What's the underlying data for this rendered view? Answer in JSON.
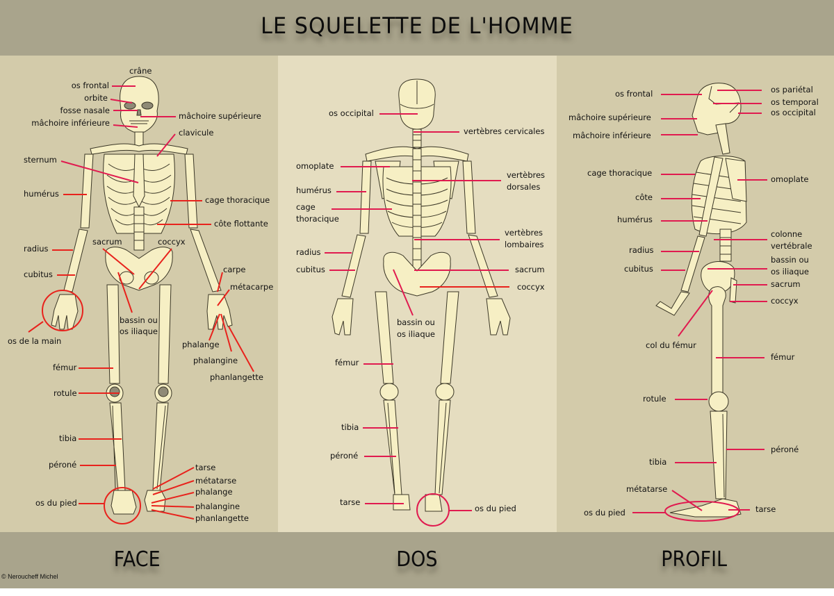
{
  "title": "LE SQUELETTE DE L'HOMME",
  "views": [
    {
      "name": "FACE"
    },
    {
      "name": "DOS"
    },
    {
      "name": "PROFIL"
    }
  ],
  "copyright": "© Neroucheff Michel",
  "colors": {
    "header_footer": "#a9a48c",
    "panel_side": "#d3cbaa",
    "panel_middle": "#e5ddc0",
    "bone": "#f6efc4",
    "leader_line": "#e01a4f",
    "highlight_circle": "#e8221c"
  },
  "face": {
    "labels": {
      "crane": "crâne",
      "os_frontal": "os frontal",
      "orbite": "orbite",
      "fosse_nasale": "fosse nasale",
      "machoire_inferieure": "mâchoire inférieure",
      "machoire_superieure": "mâchoire supérieure",
      "clavicule": "clavicule",
      "sternum": "sternum",
      "humerus": "humérus",
      "cage_thoracique": "cage thoracique",
      "cote_flottante": "côte flottante",
      "radius": "radius",
      "sacrum": "sacrum",
      "coccyx": "coccyx",
      "cubitus": "cubitus",
      "carpe": "carpe",
      "metacarpe": "métacarpe",
      "bassin_1": "bassin ou",
      "bassin_2": "os iliaque",
      "os_main": "os de la main",
      "phalange": "phalange",
      "phalangine": "phalangine",
      "phalangette": "phanlangette",
      "femur": "fémur",
      "rotule": "rotule",
      "tibia": "tibia",
      "perone": "péroné",
      "tarse": "tarse",
      "metatarse": "métatarse",
      "pied_phalange": "phalange",
      "pied_phalangine": "phalangine",
      "pied_phalangette": "phanlangette",
      "os_pied": "os du pied"
    }
  },
  "dos": {
    "labels": {
      "os_occipital": "os occipital",
      "vertebres_cervicales": "vertèbres cervicales",
      "omoplate": "omoplate",
      "vertebres_dorsales_1": "vertèbres",
      "vertebres_dorsales_2": "dorsales",
      "humerus": "humérus",
      "cage_1": "cage",
      "cage_2": "thoracique",
      "vertebres_lombaires_1": "vertèbres",
      "vertebres_lombaires_2": "lombaires",
      "radius": "radius",
      "cubitus": "cubitus",
      "sacrum": "sacrum",
      "coccyx": "coccyx",
      "bassin_1": "bassin ou",
      "bassin_2": "os iliaque",
      "femur": "fémur",
      "tibia": "tibia",
      "perone": "péroné",
      "tarse": "tarse",
      "os_pied": "os du pied"
    }
  },
  "profil": {
    "labels": {
      "os_frontal": "os frontal",
      "os_parietal": "os pariétal",
      "os_temporal": "os temporal",
      "os_occipital": "os occipital",
      "machoire_superieure": "mâchoire supérieure",
      "machoire_inferieure": "mâchoire inférieure",
      "cage_thoracique": "cage thoracique",
      "omoplate": "omoplate",
      "cote": "côte",
      "humerus": "humérus",
      "colonne_1": "colonne",
      "colonne_2": "vertébrale",
      "radius": "radius",
      "bassin_1": "bassin ou",
      "bassin_2": "os iliaque",
      "cubitus": "cubitus",
      "sacrum": "sacrum",
      "coccyx": "coccyx",
      "col_femur": "col du fémur",
      "femur": "fémur",
      "rotule": "rotule",
      "perone": "péroné",
      "tibia": "tibia",
      "metatarse": "métatarse",
      "os_pied": "os du pied",
      "tarse": "tarse"
    }
  }
}
